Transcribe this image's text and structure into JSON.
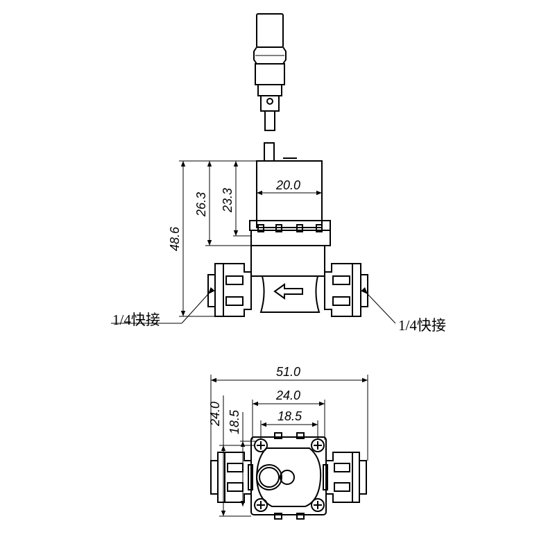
{
  "side_view": {
    "dim_width_top": "20.0",
    "dim_height_outer": "26.3",
    "dim_height_inner": "23.3",
    "dim_height_total": "48.6",
    "fitting_left_label": "1/4快接",
    "fitting_right_label": "1/4快接"
  },
  "bottom_view": {
    "dim_overall_width": "51.0",
    "dim_mount_width": "24.0",
    "dim_inner_width": "18.5",
    "dim_mount_height": "24.0",
    "dim_inner_height": "18.5"
  },
  "colors": {
    "line": "#000000",
    "background": "#ffffff"
  }
}
